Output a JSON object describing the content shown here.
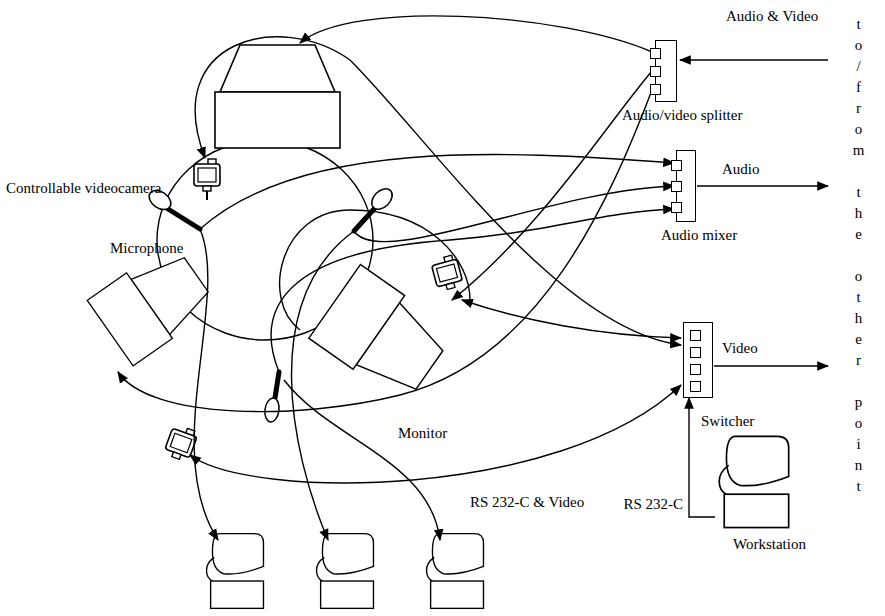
{
  "diagram": {
    "nodes": [
      {
        "text": [
          "Audio/video splitter"
        ]
      },
      {
        "text": [
          "Audio mixer"
        ]
      },
      {
        "text": [
          "Switcher"
        ]
      },
      {
        "text": [
          "Workstation"
        ]
      }
    ],
    "edges": [
      {
        "from": 3,
        "to": 2,
        "label": "RS 232-C",
        "arrow": "to"
      }
    ],
    "labels": [
      "Audio & Video",
      "to/from the other point",
      "Controllable videocamera",
      "Microphone",
      "Audio",
      "Monitor",
      "Video",
      "RS 232-C & Video"
    ]
  }
}
